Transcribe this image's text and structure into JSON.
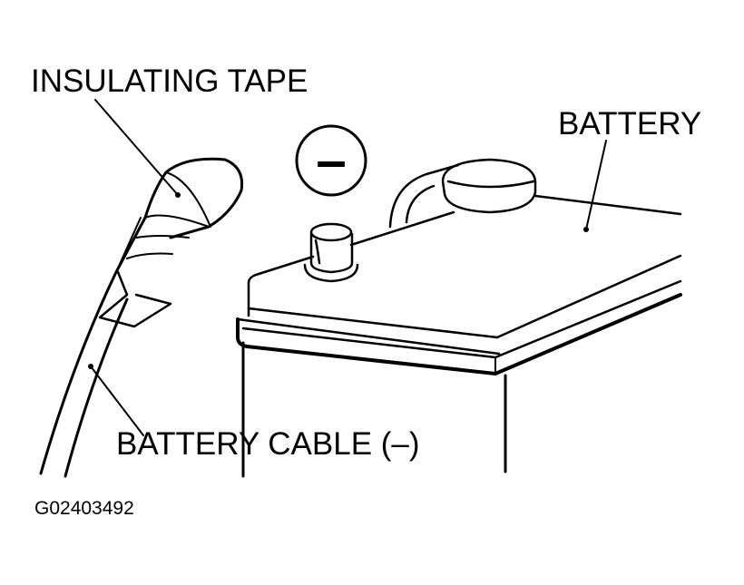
{
  "labels": {
    "insulating_tape": "INSULATING TAPE",
    "battery": "BATTERY",
    "battery_cable": "BATTERY CABLE (–)",
    "terminal_symbol": "–",
    "figure_code": "G02403492"
  },
  "colors": {
    "line": "#000000",
    "background": "#ffffff"
  }
}
